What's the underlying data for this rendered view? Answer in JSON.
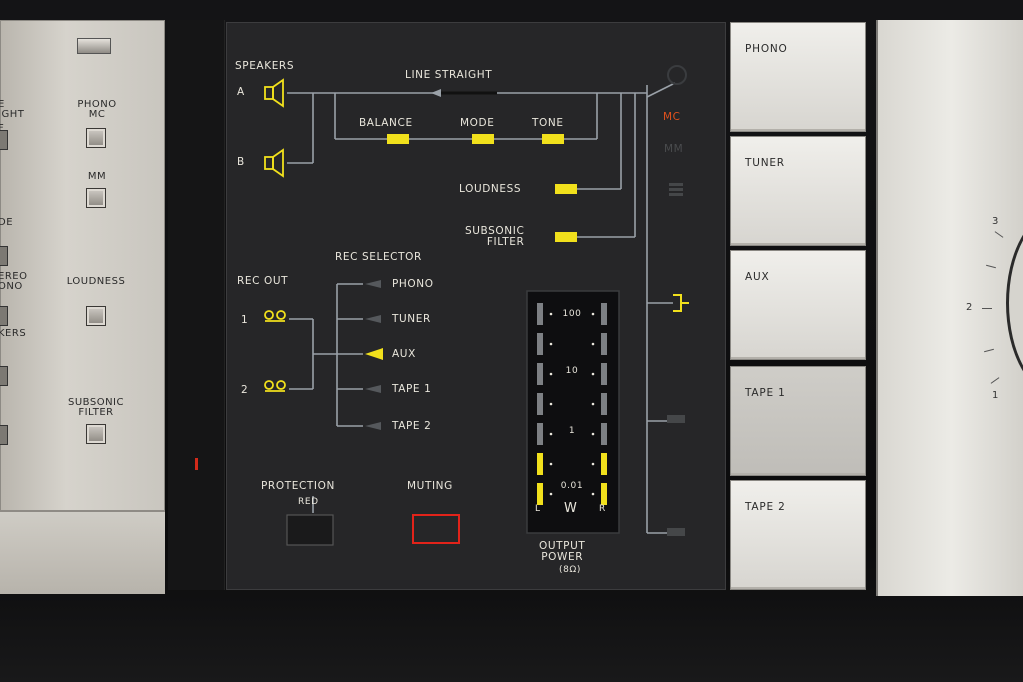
{
  "left_panel": {
    "labels": [
      "E\nIGHT",
      "F",
      "PHONO\nMC",
      "MM",
      "DE",
      "EREO\nONO",
      "LOUDNESS",
      "KERS",
      "SUBSONIC\nFILTER"
    ]
  },
  "display": {
    "speakers": {
      "title": "SPEAKERS",
      "a": "A",
      "b": "B"
    },
    "line_straight": "LINE STRAIGHT",
    "indicators": {
      "balance": "BALANCE",
      "mode": "MODE",
      "tone": "TONE",
      "loudness": "LOUDNESS",
      "subsonic": "SUBSONIC\nFILTER"
    },
    "rec_out": {
      "title": "REC OUT",
      "one": "1",
      "two": "2"
    },
    "rec_selector": {
      "title": "REC SELECTOR",
      "items": [
        "PHONO",
        "TUNER",
        "AUX",
        "TAPE 1",
        "TAPE 2"
      ],
      "active": "AUX"
    },
    "source_indicators": {
      "mc": "MC",
      "mm": "MM"
    },
    "meter": {
      "scale": [
        "100",
        "10",
        "1",
        "0.01"
      ],
      "left": "L",
      "unit": "W",
      "right": "R",
      "title": "OUTPUT\nPOWER",
      "impedance": "(8Ω)",
      "segments_lit": 2,
      "segments_total": 7
    },
    "protection": {
      "label": "PROTECTION",
      "sub": "RED"
    },
    "muting": {
      "label": "MUTING"
    }
  },
  "selector_buttons": [
    "PHONO",
    "TUNER",
    "AUX",
    "TAPE 1",
    "TAPE 2"
  ],
  "right_panel": {
    "marks": [
      "3",
      "2",
      "1"
    ]
  },
  "colors": {
    "indicator_yellow": "#f1e01c",
    "mc_orange": "#e0511e",
    "muting_red": "#e2231a",
    "panel_bg": "#262628",
    "line": "#9aa1a8"
  }
}
